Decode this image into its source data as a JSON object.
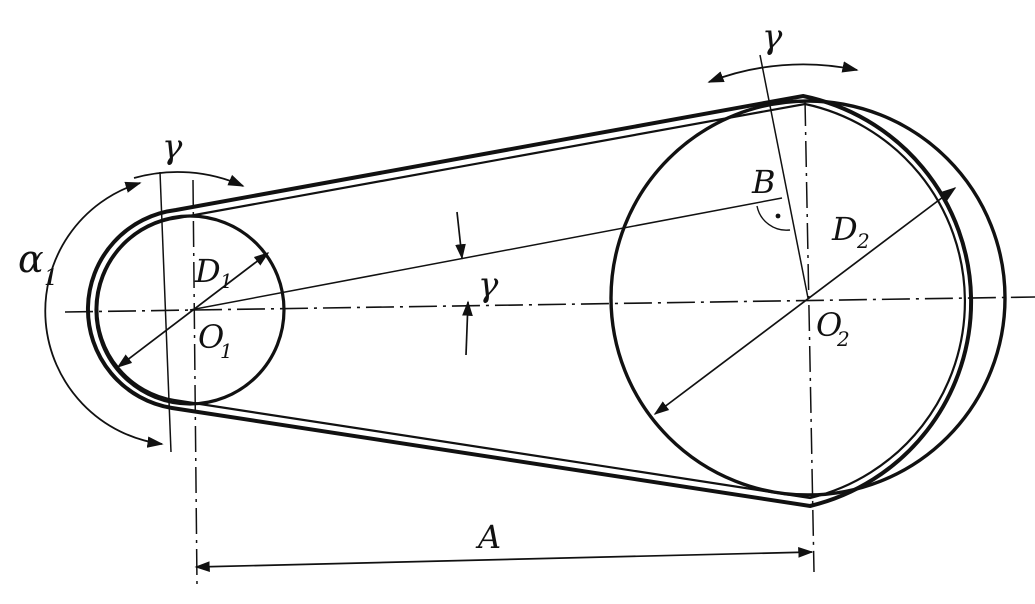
{
  "labels": {
    "gamma_small": "γ",
    "gamma_large": "γ",
    "gamma_center": "γ",
    "alpha1": "α",
    "alpha1_sub": "1",
    "d1": "D",
    "d1_sub": "1",
    "d2": "D",
    "d2_sub": "2",
    "o1": "O",
    "o1_sub": "1",
    "o2": "O",
    "o2_sub": "2",
    "point_b": "B",
    "distance_a": "A"
  },
  "colors": {
    "ink": "#111111",
    "paper": "#ffffff"
  }
}
